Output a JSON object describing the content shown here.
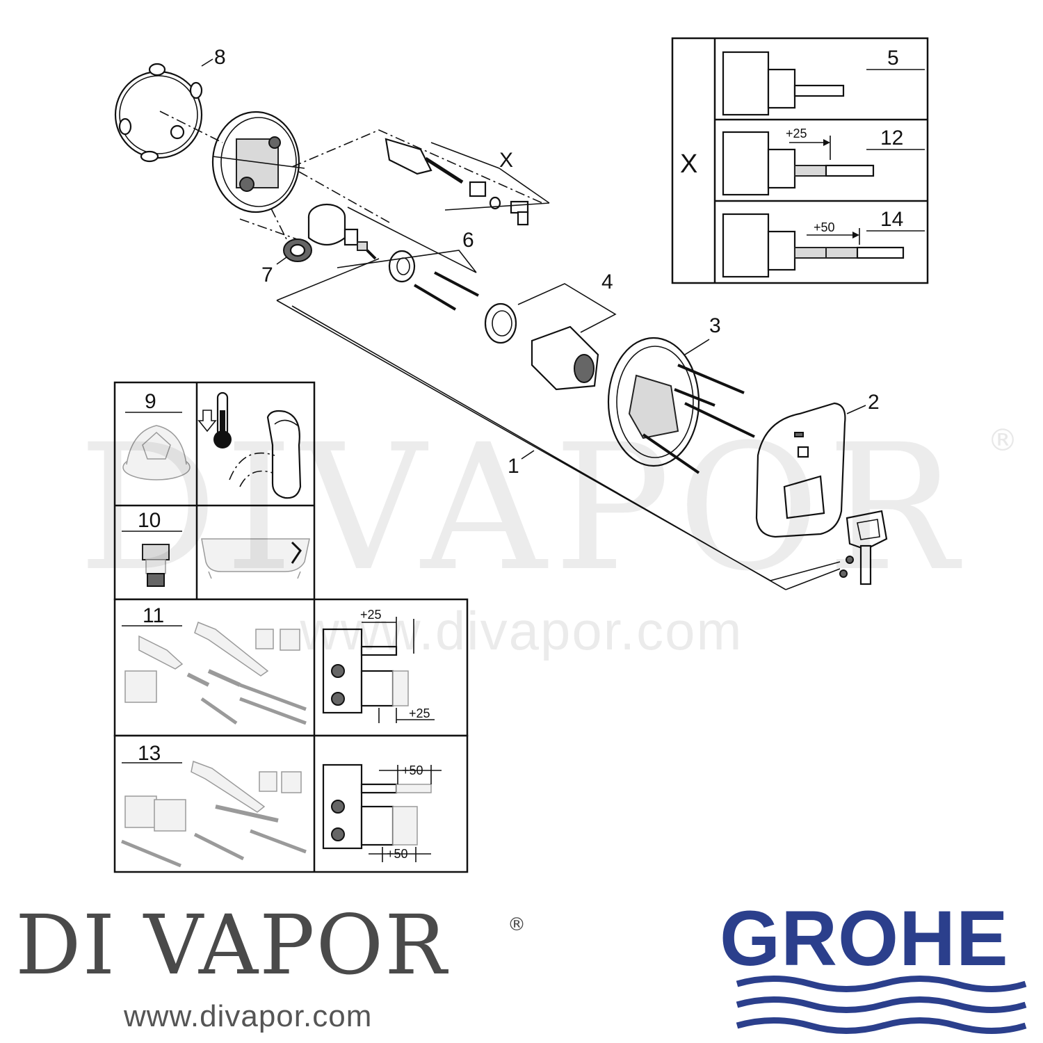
{
  "callouts": {
    "c1": "1",
    "c2": "2",
    "c3": "3",
    "c4": "4",
    "c5": "5",
    "c6": "6",
    "c7": "7",
    "c8": "8",
    "c9": "9",
    "c10": "10",
    "c11": "11",
    "c12": "12",
    "c13": "13",
    "c14": "14",
    "x_main": "X",
    "x_box": "X"
  },
  "dimensions": {
    "d25_a": "+25",
    "d50_a": "+50",
    "d25_b": "+25",
    "d25_c": "+25",
    "d50_b": "+50",
    "d50_c": "+50"
  },
  "watermark": {
    "name": "DIVAPOR",
    "registered": "®",
    "url": "www.divapor.com"
  },
  "branding": {
    "store_name": "DI VAPOR",
    "store_registered": "®",
    "store_url": "www.divapor.com",
    "manufacturer": "GROHE",
    "manufacturer_color": "#2b3f8c"
  },
  "icons": [
    "temperature-icon",
    "bathtub-icon",
    "grohe-wave-logo"
  ]
}
